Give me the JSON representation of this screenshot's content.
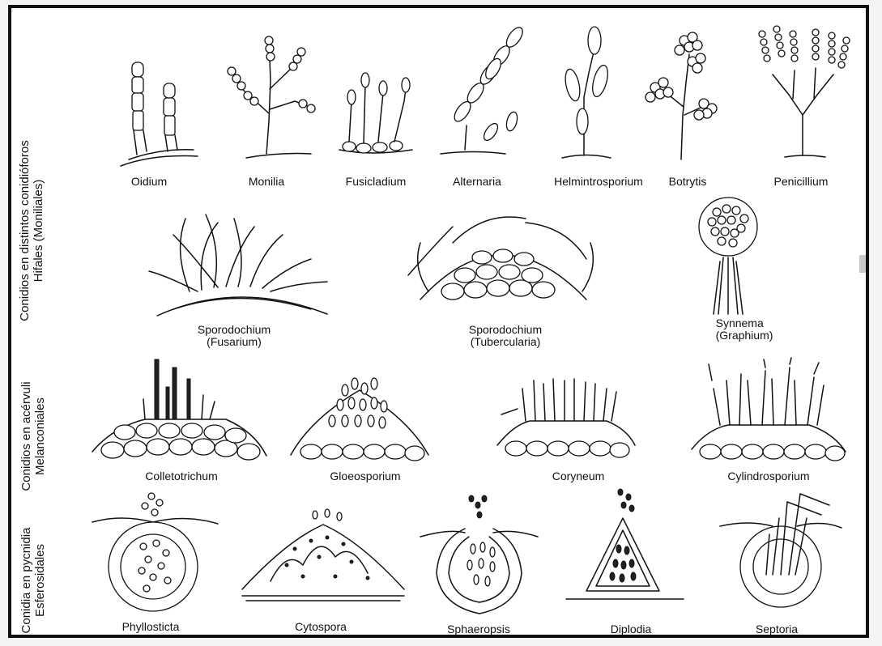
{
  "rows": {
    "hifales": {
      "line1": "Conidios en distintos conidióforos",
      "line2": "Hifales (Moniliales)"
    },
    "melanconiales": {
      "line1": "Conidios en acérvuli",
      "line2": "Melanconiales"
    },
    "esferosidales": {
      "line1": "Conidia en pycnidia",
      "line2": "Esferosidales"
    }
  },
  "hyphal": [
    "Oidium",
    "Monilia",
    "Fusicladium",
    "Alternaria",
    "Helmintrosporium",
    "Botrytis",
    "Penicillium"
  ],
  "sporo": [
    {
      "name": "Sporodochium",
      "genus": "(Fusarium)"
    },
    {
      "name": "Sporodochium",
      "genus": "(Tubercularia)"
    },
    {
      "name": "Synnema",
      "genus": "(Graphium)"
    }
  ],
  "acervuli": [
    "Colletotrichum",
    "Gloeosporium",
    "Coryneum",
    "Cylindrosporium"
  ],
  "pycnidia": [
    "Phyllosticta",
    "Cytospora",
    "Sphaeropsis",
    "Diplodia",
    "Septoria"
  ]
}
